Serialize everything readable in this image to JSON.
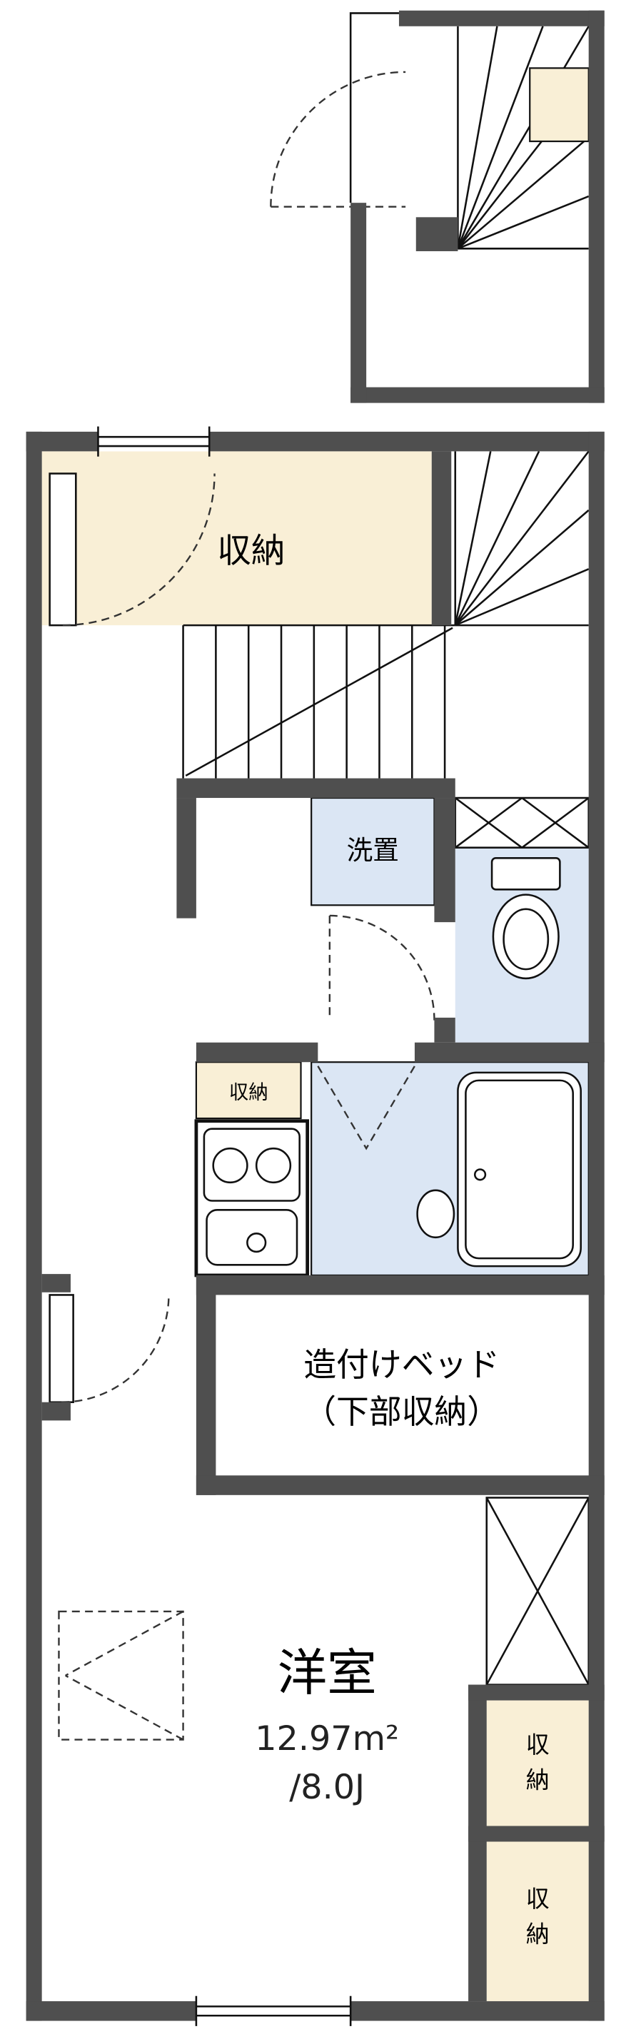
{
  "labels": {
    "storage_main": "収納",
    "laundry": "洗置",
    "storage_kitchen": "収納",
    "bed_line1": "造付けベッド",
    "bed_line2": "（下部収納）",
    "room_title": "洋室",
    "room_area": "12.97m²",
    "room_size": "/8.0J",
    "storage_right_top": {
      "c1": "収",
      "c2": "納"
    },
    "storage_right_bottom": {
      "c1": "収",
      "c2": "納"
    }
  },
  "colors": {
    "wall": "#4f4f4f",
    "storage_fill": "#f9efd6",
    "wet_area_fill": "#dbe6f4",
    "outline": "#111111",
    "background": "#ffffff"
  }
}
